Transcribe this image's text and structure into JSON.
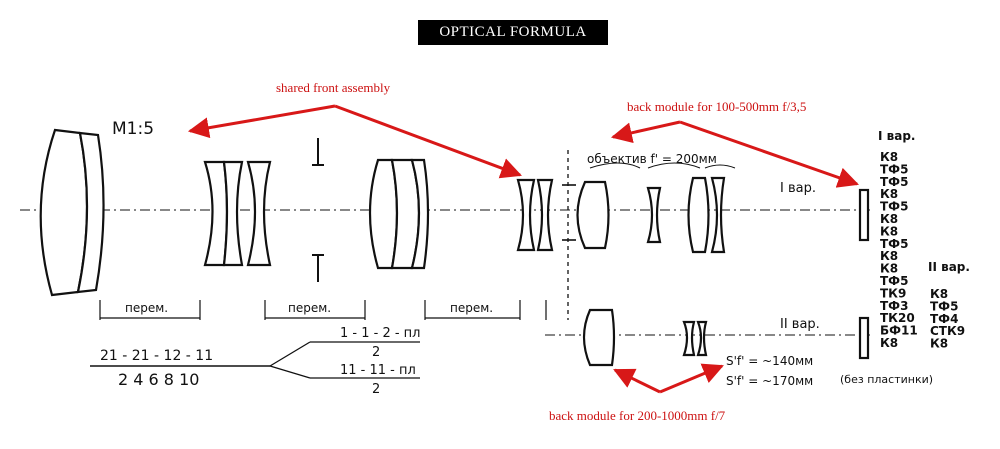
{
  "title": "OPTICAL  FORMULA",
  "annotations": {
    "front_assembly": "shared front assembly",
    "back_module_1": "back module for 100-500mm f/3,5",
    "back_module_2": "back module for 200-1000mm f/7"
  },
  "sketch": {
    "scale": "M1:5",
    "lens_note": "объектив f' = 200мм",
    "variant_1": "I вар.",
    "variant_2": "II вар.",
    "spacer_label": "перем.",
    "formula_top": "21 - 21 - 12 - 11",
    "formula_bottom": "2 4 6 8 10",
    "branch_1_top": "1 - 1 - 2 - пл",
    "branch_1_bottom": "2",
    "branch_2_top": "11 - 11 - пл",
    "branch_2_bottom": "2",
    "sf_1": "S'f' = ~140мм",
    "sf_2": "S'f' = ~170мм",
    "sf_note": "(без пластинки)",
    "glass_header_1": "I вар.",
    "glass_list_1": [
      "К8",
      "ТФ5",
      "ТФ5",
      "К8",
      "ТФ5",
      "К8",
      "К8",
      "ТФ5",
      "К8",
      "К8",
      "ТФ5",
      "ТК9",
      "ТФ3",
      "ТК20",
      "БФ11",
      "К8"
    ],
    "glass_header_2": "II вар.",
    "glass_list_2": [
      "К8",
      "ТФ5",
      "ТФ4",
      "СТК9",
      "К8"
    ]
  }
}
